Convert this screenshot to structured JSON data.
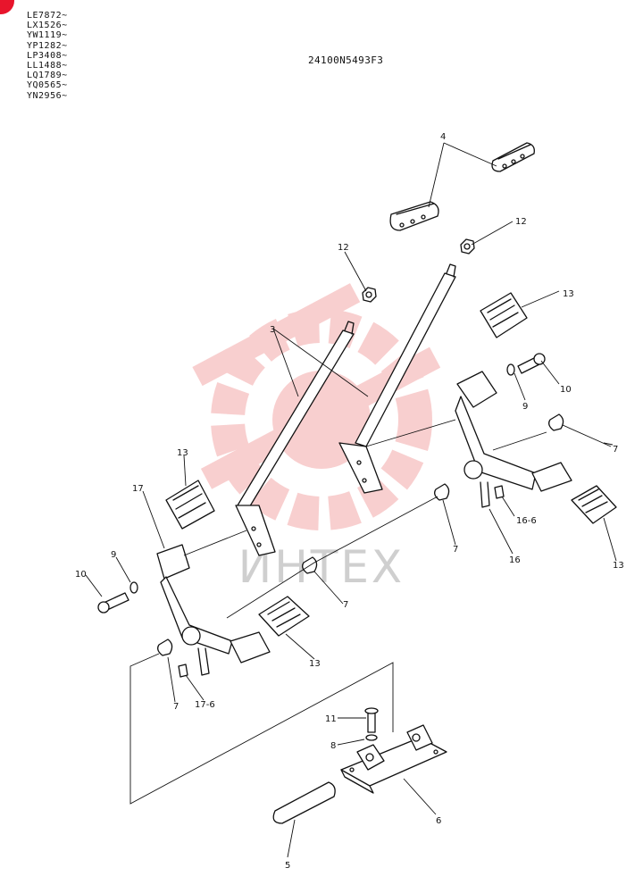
{
  "header": {
    "serials": [
      "LE7872~",
      "LX1526~",
      "YW1119~",
      "YP1282~",
      "LP3408~",
      "LL1488~",
      "LQ1789~",
      "YQ0565~",
      "YN2956~"
    ],
    "part_code": "24100N5493F3"
  },
  "watermark": {
    "text": "ИНТЕХ",
    "color": "#f3a9a9"
  },
  "colors": {
    "ink": "#111111",
    "corner_badge": "#e8152c"
  },
  "callouts": {
    "c4": "4",
    "c12a": "12",
    "c12b": "12",
    "c3": "3",
    "c13a": "13",
    "c10a": "10",
    "c9a": "9",
    "c7a": "7",
    "c13b": "13",
    "c17": "17",
    "c9b": "9",
    "c10b": "10",
    "c7b": "7",
    "c16_6": "16-6",
    "c16": "16",
    "c13c": "13",
    "c7c": "7",
    "c13d": "13",
    "c7d": "7",
    "c17_6": "17-6",
    "c11": "11",
    "c8": "8",
    "c6": "6",
    "c5": "5"
  }
}
